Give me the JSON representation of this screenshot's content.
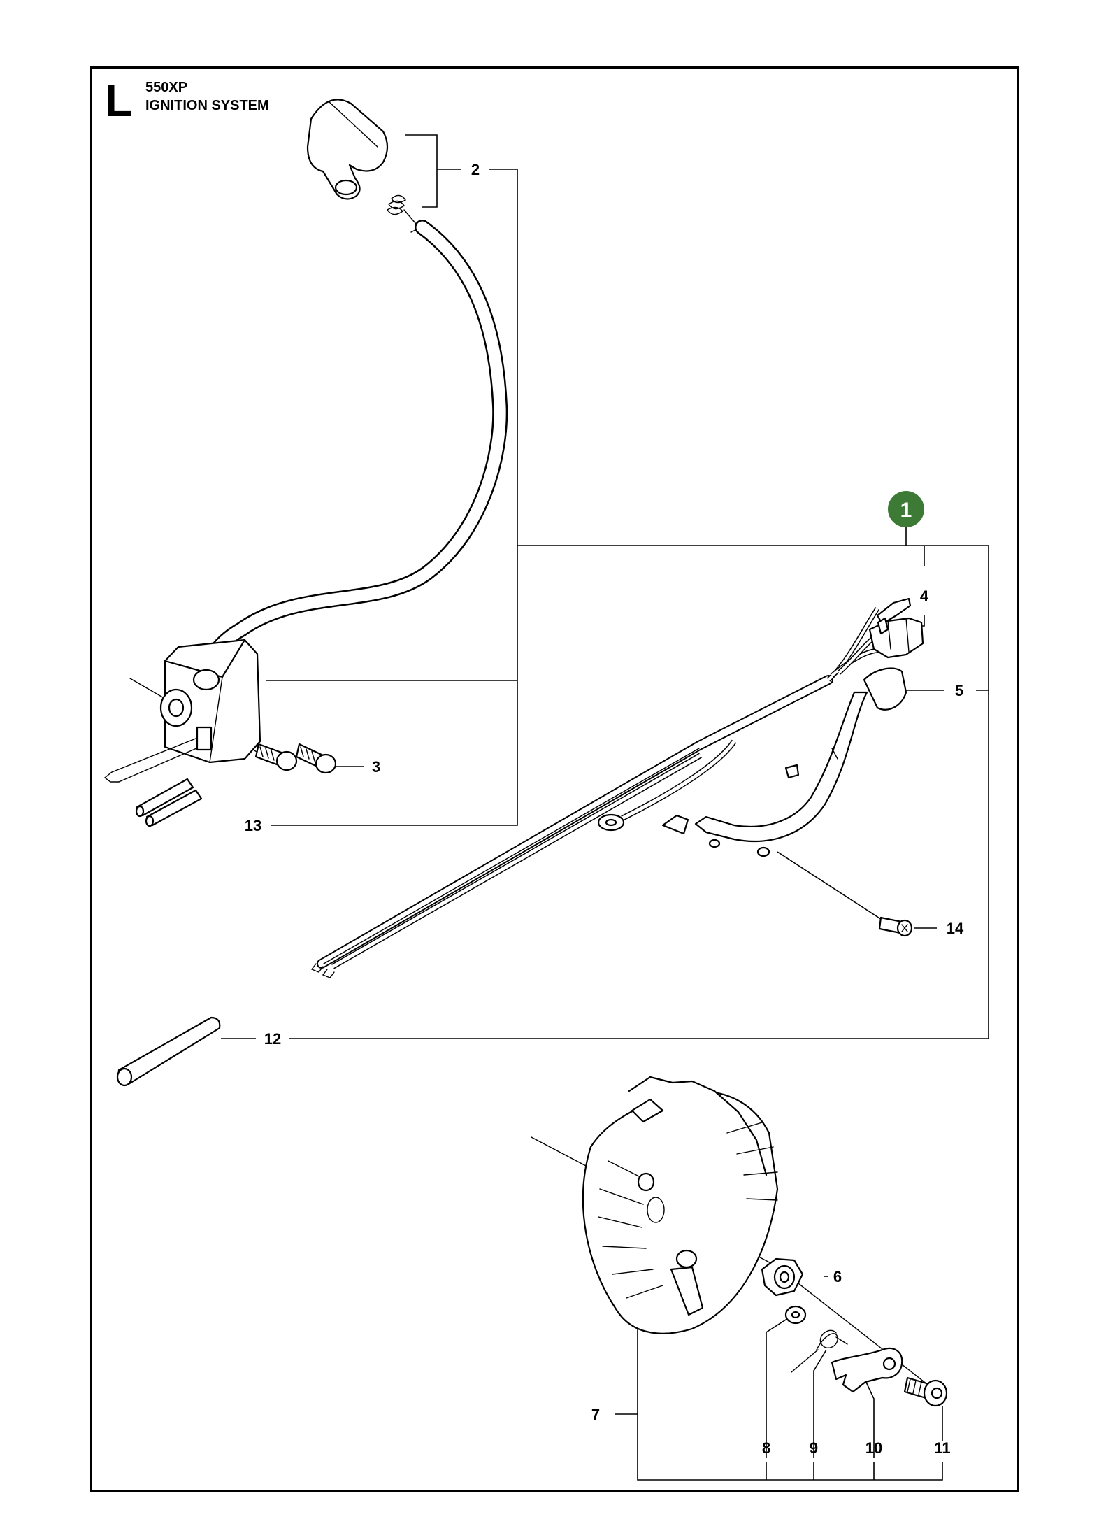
{
  "header": {
    "section_letter": "L",
    "model": "550XP",
    "title": "IGNITION SYSTEM"
  },
  "assembly_badge": {
    "label": "1",
    "color": "#3d7a35"
  },
  "callouts": {
    "c2": "2",
    "c3": "3",
    "c4": "4",
    "c5": "5",
    "c6": "6",
    "c7": "7",
    "c8": "8",
    "c9": "9",
    "c10": "10",
    "c11": "11",
    "c12": "12",
    "c13": "13",
    "c14": "14"
  }
}
